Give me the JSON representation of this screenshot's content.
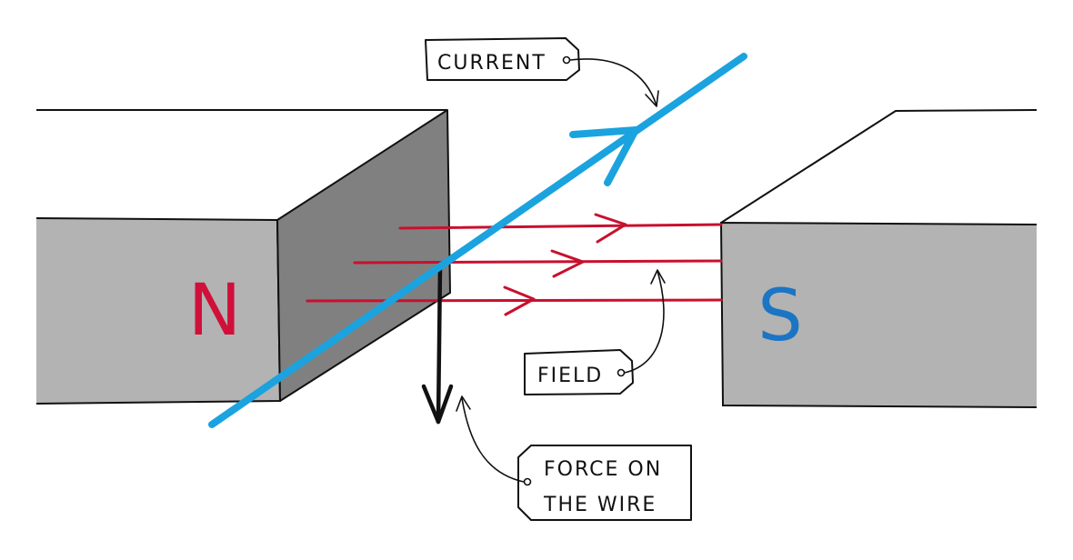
{
  "labels": {
    "current": "CURRENT",
    "field": "FIELD",
    "force_line1": "FORCE ON",
    "force_line2": "THE WIRE"
  },
  "poles": {
    "north": "N",
    "south": "S"
  },
  "colors": {
    "wire": "#1aa3df",
    "field": "#c8102e",
    "force": "#111111",
    "north_letter": "#d0103a",
    "south_letter": "#1b75c4",
    "magnet_front": "#b3b3b3",
    "magnet_side": "#808080",
    "outline": "#111111"
  }
}
